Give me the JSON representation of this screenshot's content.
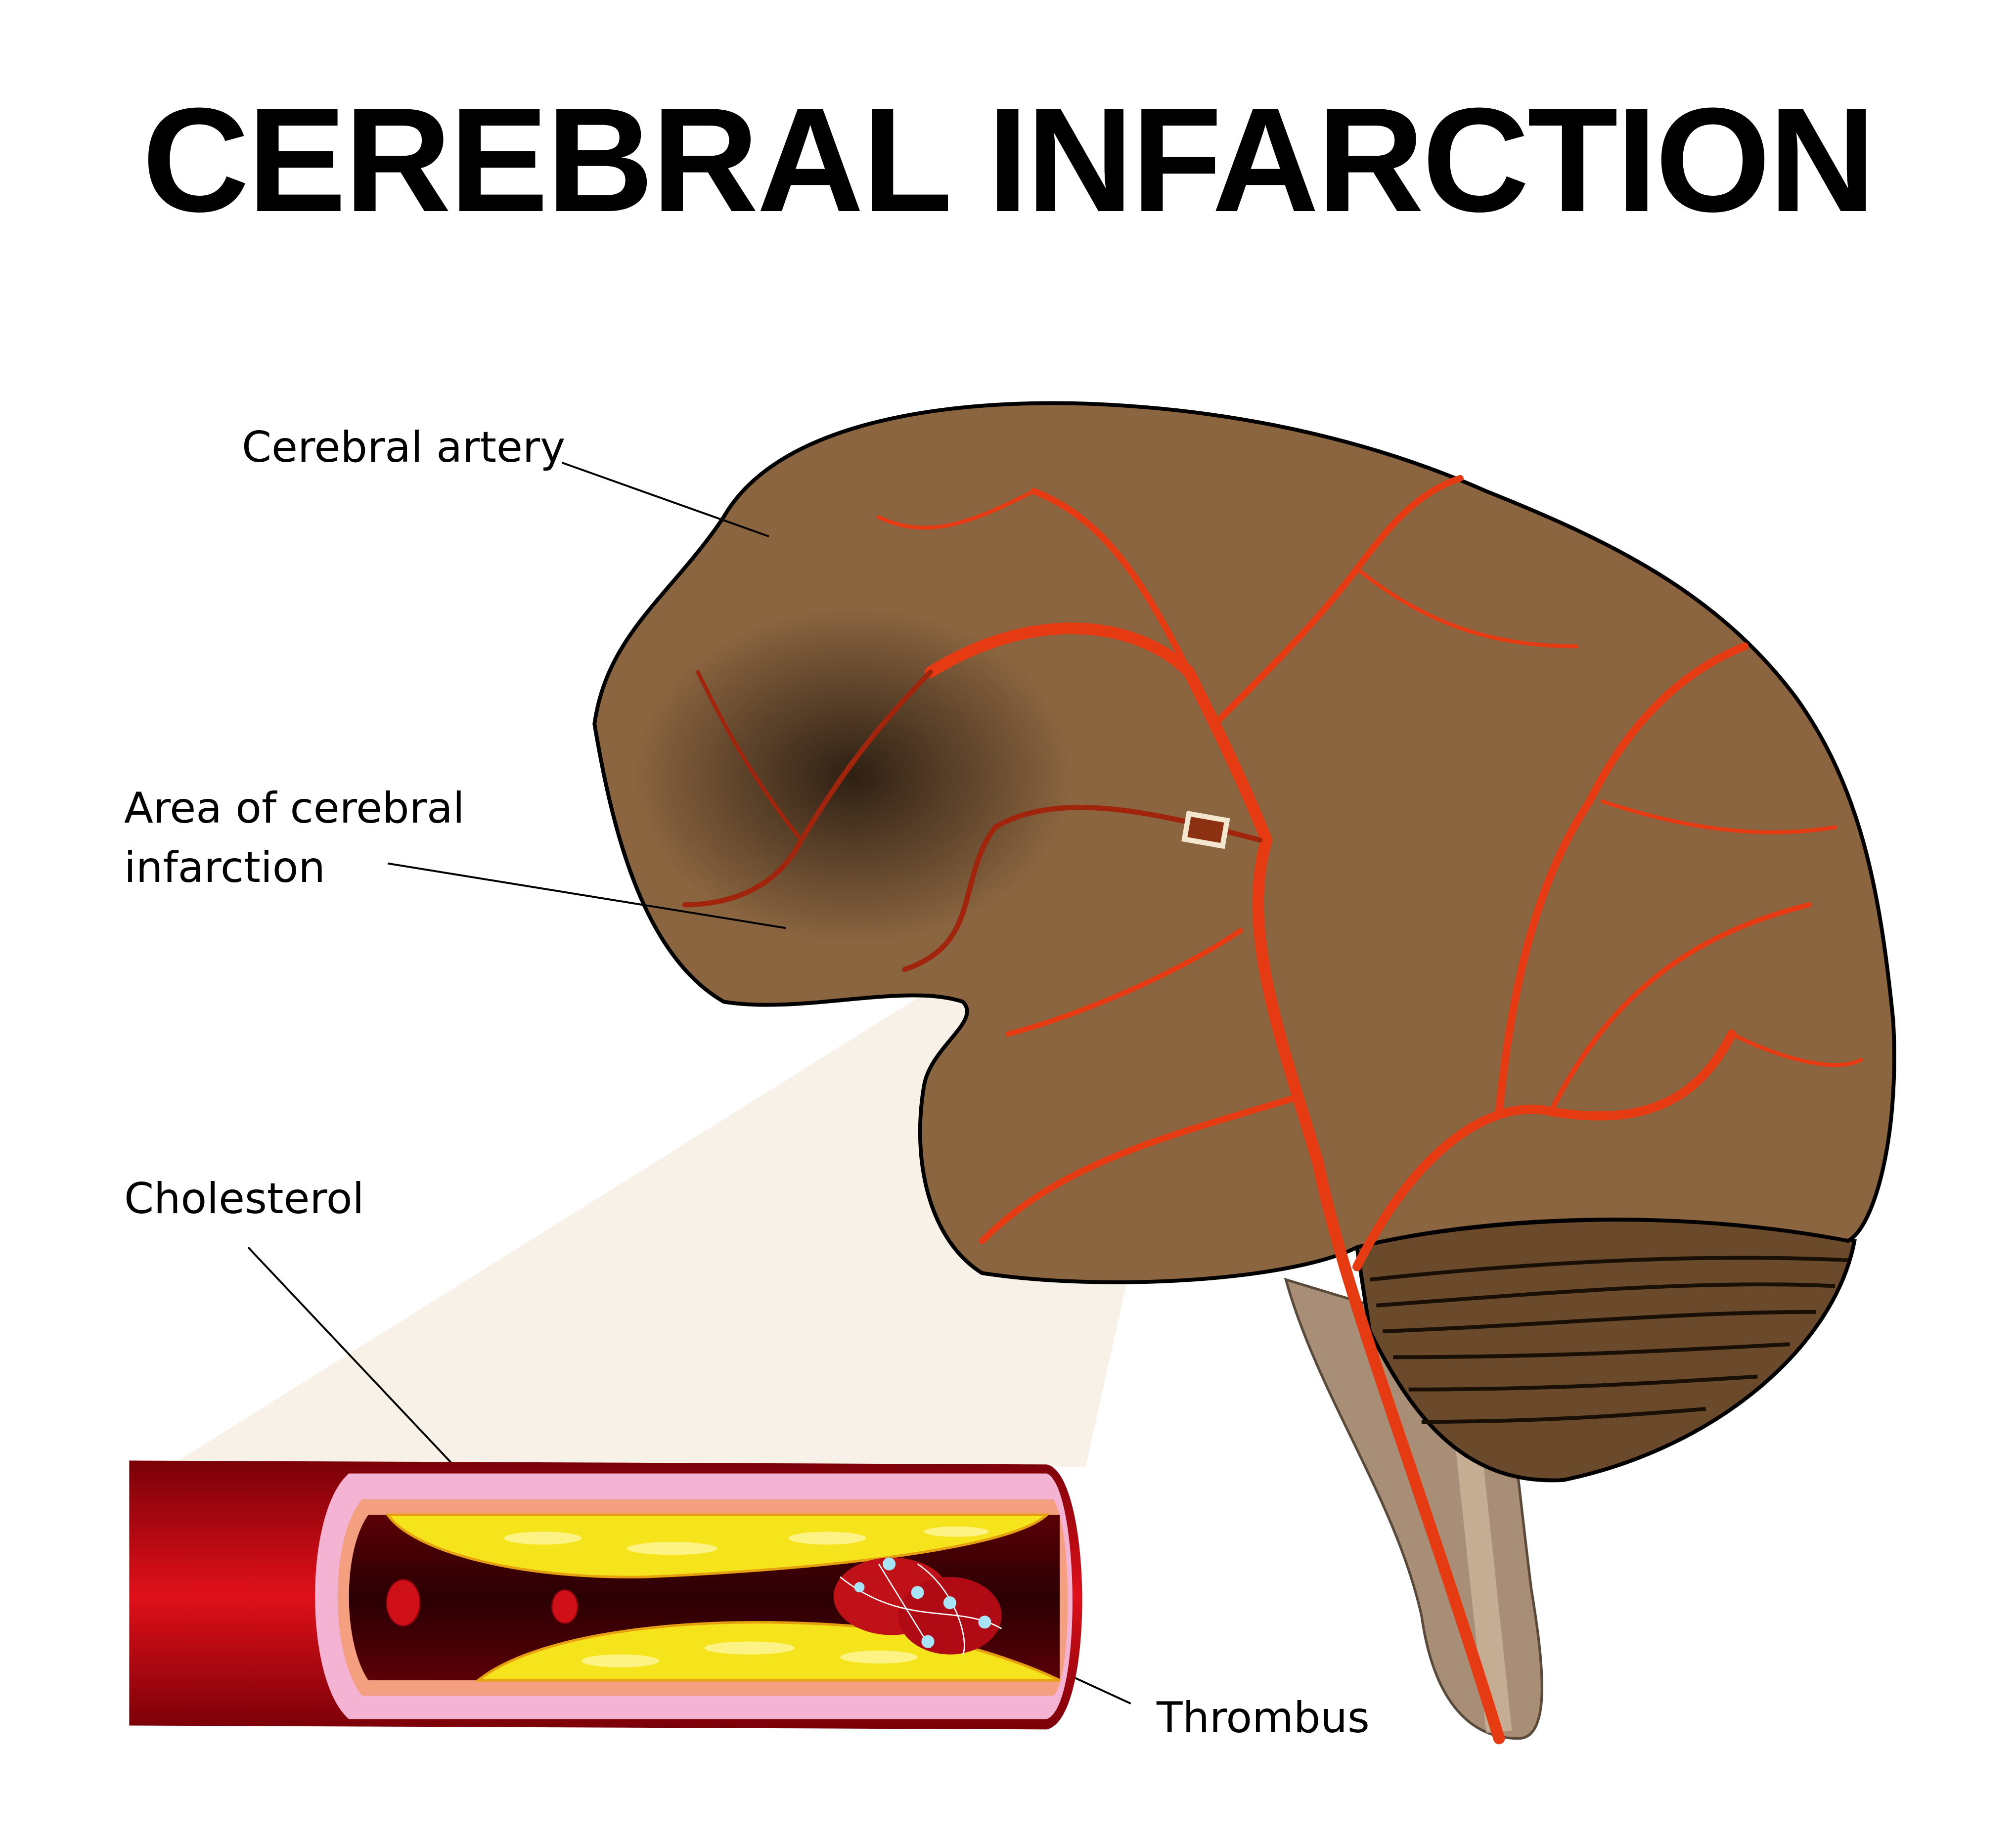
{
  "title": "CEREBRAL INFARCTION",
  "labels": {
    "cerebral_artery": "Cerebral artery",
    "infarction_line1": "Area of cerebral",
    "infarction_line2": "infarction",
    "cholesterol": "Cholesterol",
    "thrombus": "Thrombus"
  },
  "colors": {
    "brain": "#8b6540",
    "artery": "#e63a12",
    "cholesterol": "#f5e41c",
    "vessel_wall": "#c8101a",
    "intima": "#f5b3d3"
  }
}
